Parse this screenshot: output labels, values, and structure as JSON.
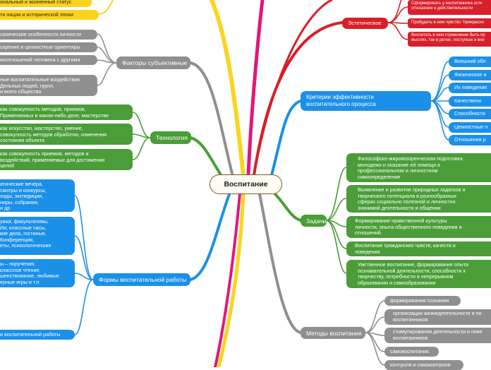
{
  "center": "Воспитание",
  "top_left": [
    "ональный и жизненный статус",
    "ти нации и исторической эпохи"
  ],
  "factors": {
    "title": "Факторы субъективные",
    "items": [
      "сихические особенности личности",
      "озрение и ценностные ориентиры",
      "моотношений человека с другими",
      "ные воспитательные воздействия\nДельных людей, групп,\nи всего общества"
    ]
  },
  "technology": {
    "title": "Технология",
    "items": [
      "как совокупность методов, приемов,\nПрименяемых в каком-либо деле, мастерстве",
      "как искусство, мастерство, умение,\nсовокупность методов обработки, изменения\nсостояния объекта",
      "как совокупность приемов, методов и\nвоздействий, применяемых для достижения\nцелей"
    ]
  },
  "forms": {
    "title": "Формы воспитательной работы",
    "items": [
      "атические вечера,\n смотры и конкурсы,\nходы, экспедиции,\nниры, собрания,\n и др",
      "ужки, факультативы,\nИи, классные часы,\nкие дела, гостиные,\n Конференция,\nеты, психологические",
      "ы – поручения,\nклассное чтение,\nшенствование, любимые\nерные игры и т.п"
    ],
    "bottom": "и воспитательной работы"
  },
  "aesthetic": {
    "title": "Эстетическое",
    "items": [
      "Сформировать у воспитанника эсте\nотношение к действительности",
      "Пробудить в нем чувство \"прекрасно",
      "Воспитать в нем стремление быть пр\nмыслях, так в делах, поступках и вне"
    ]
  },
  "criteria": {
    "title": "Критерии эффективности\nвоспитательного процесса",
    "items": [
      "Внешний обл",
      "Физическое и",
      "Их поведение",
      "Качественн",
      "Способности",
      "Ценностные п",
      "Отношения р"
    ]
  },
  "tasks": {
    "title": "Задачи",
    "items": [
      "Философско-мировоззренческая подготовка\nмолодежи и оказание ей помощи в\nпрофессиональном и личностном\nсамоопределение",
      "Выявление и развитие природных задатков и\nтворческого потенциала в разнообразных\nсферах социально полезной и личностно\nзначимой деятельности и общении",
      "Формирование нравственной культуры\nличности, опыта общественного поведения и\nотношений",
      "Воспитание гражданских чувств, качеств и\nповедения",
      "Умственное воспитание, формирование опыта\nпознавательной деятельности, способности к\nтворчеству, потребности в непрерывном\nобразовании и самообразовании"
    ]
  },
  "methods": {
    "title": "Методы воспитания",
    "items": [
      "формирования сознания",
      "организации жизнедеятельности и по\nвоспитанников",
      "стимулирования деятельности и пове\nвоспитанников",
      "самовоспитания",
      "контроля и самоконтроля"
    ]
  },
  "colors": {
    "gray": "#8f8f8f",
    "green": "#4a9d38",
    "blue": "#1b90e8",
    "red": "#d81f2a",
    "yellow": "#fcd41f",
    "magenta": "#e0187a"
  }
}
